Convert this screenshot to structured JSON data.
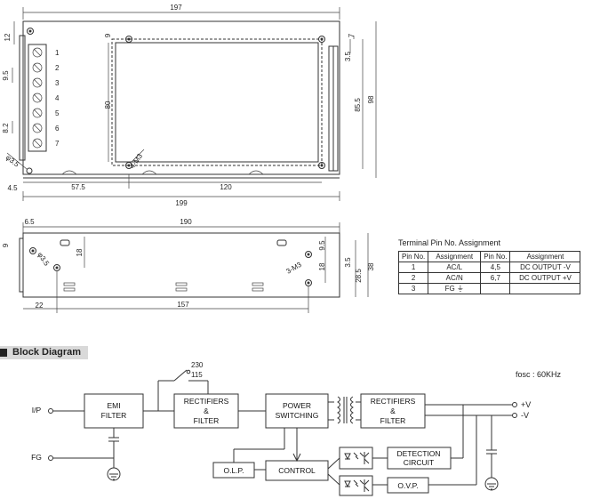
{
  "top_view": {
    "width": "197",
    "depth_total": "199",
    "offset_left": "4.5",
    "hole_x1": "57.5",
    "hole_pitch_x": "120",
    "hole_pitch_y": "80",
    "hole_top": "9",
    "height_inner": "85.5",
    "height_total": "98",
    "side_3_5": "3.5",
    "top_12": "12",
    "pitch_9_5": "9.5",
    "pitch_8_2": "8.2",
    "dia_3_5": "φ3.5",
    "screw_4m3": "4-M3",
    "terminals": [
      "1",
      "2",
      "3",
      "4",
      "5",
      "6",
      "7"
    ]
  },
  "side_view": {
    "offset_6_5": "6.5",
    "length": "190",
    "left_9": "9",
    "h18": "18",
    "h18b": "18",
    "h9_5": "9.5",
    "h3_5": "3.5",
    "h28_5": "28.5",
    "h38": "38",
    "bottom_22": "22",
    "bottom_157": "157",
    "dia_3_5": "φ3.5",
    "screw_3m3": "3-M3"
  },
  "terminal_table": {
    "title": "Terminal Pin No.  Assignment",
    "headers": [
      "Pin No.",
      "Assignment",
      "Pin No.",
      "Assignment"
    ],
    "rows": [
      [
        "1",
        "AC/L",
        "4,5",
        "DC OUTPUT -V"
      ],
      [
        "2",
        "AC/N",
        "6,7",
        "DC OUTPUT +V"
      ],
      [
        "3",
        "FG ⏚",
        "",
        ""
      ]
    ]
  },
  "block_diagram": {
    "heading": "Block Diagram",
    "fosc": "fosc : 60KHz",
    "ip": "I/P",
    "fg": "FG",
    "emi": [
      "EMI",
      "FILTER"
    ],
    "rect1": [
      "RECTIFIERS",
      "&",
      "FILTER"
    ],
    "switch_230": "230",
    "switch_115": "115",
    "power": [
      "POWER",
      "SWITCHING"
    ],
    "rect2": [
      "RECTIFIERS",
      "&",
      "FILTER"
    ],
    "plus_v": "+V",
    "minus_v": "-V",
    "detection": [
      "DETECTION",
      "CIRCUIT"
    ],
    "control": "CONTROL",
    "olp": "O.L.P.",
    "ovp": "O.V.P."
  }
}
